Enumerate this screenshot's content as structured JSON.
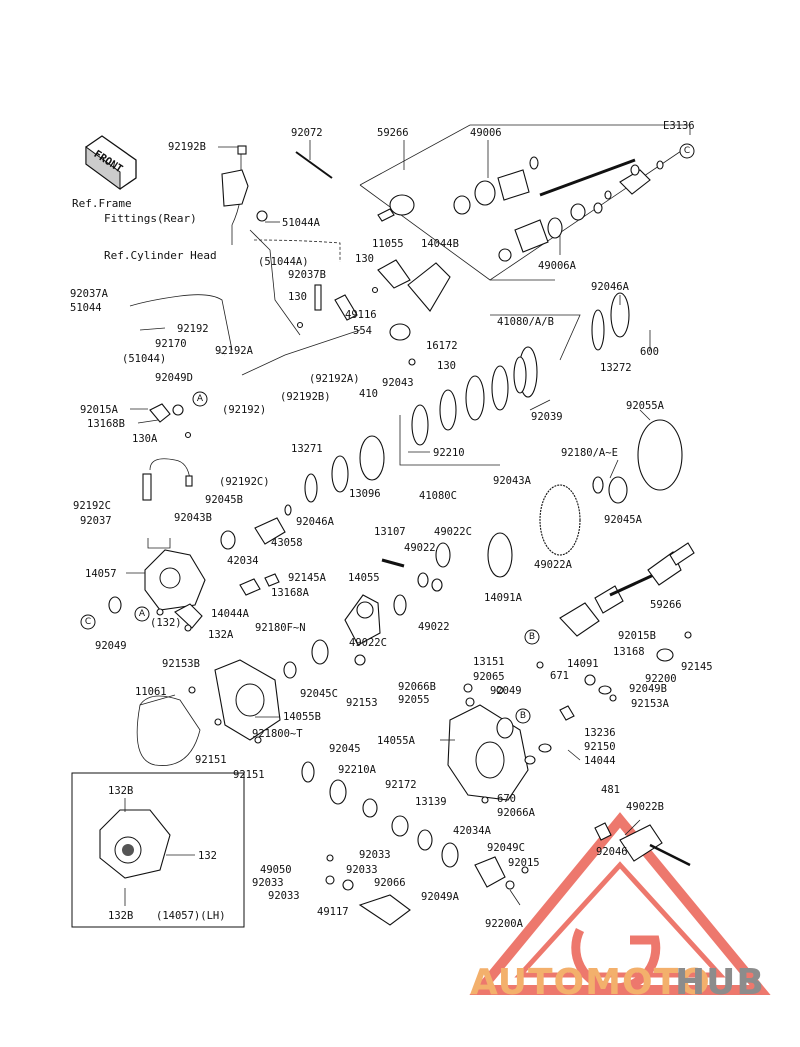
{
  "diagram_id": "E3136",
  "front_label": "FRONT",
  "refs": {
    "frame": [
      "Ref.Frame",
      "Fittings(Rear)"
    ],
    "cylinder_head": "Ref.Cylinder Head"
  },
  "callouts": [
    "A",
    "B",
    "C"
  ],
  "parts": {
    "p92192B": "92192B",
    "p92072": "92072",
    "p59266": "59266",
    "p49006": "49006",
    "p51044A": "51044A",
    "p51044A_paren": "(51044A)",
    "p11055": "11055",
    "p14044B": "14044B",
    "p92037B": "92037B",
    "p130_1": "130",
    "p130_2": "130",
    "p130_3": "130",
    "p49116": "49116",
    "p554": "554",
    "p16172": "16172",
    "p92192A": "92192A",
    "p92192A_paren": "(92192A)",
    "p92043": "92043",
    "p410": "410",
    "p92192_paren": "(92192)",
    "p92192B_paren": "(92192B)",
    "p92037A": "92037A",
    "p51044": "51044",
    "p92192": "92192",
    "p92170": "92170",
    "p51044_paren": "(51044)",
    "p49006A": "49006A",
    "p92046A": "92046A",
    "p41080": "41080/A/B",
    "p13272": "13272",
    "p600": "600",
    "p92039": "92039",
    "p92049D": "92049D",
    "p92015A": "92015A",
    "p13168B": "13168B",
    "p130A": "130A",
    "p92055A": "92055A",
    "p13271": "13271",
    "p92210": "92210",
    "p13096": "13096",
    "p92046A_2": "92046A",
    "p41080C": "41080C",
    "p92180AE": "92180/A~E",
    "p92192C_paren": "(92192C)",
    "p92192C": "92192C",
    "p92045B": "92045B",
    "p92043A": "92043A",
    "p92045A": "92045A",
    "p92037": "92037",
    "p92043B": "92043B",
    "p43058": "43058",
    "p42034": "42034",
    "p13107": "13107",
    "p49022C": "49022C",
    "p49022": "49022",
    "p49022A": "49022A",
    "p14057": "14057",
    "p92145A": "92145A",
    "p13168A": "13168A",
    "p14055": "14055",
    "p14091A": "14091A",
    "p14044A": "14044A",
    "p49022_2": "49022",
    "p59266_2": "59266",
    "p132_paren": "(132)",
    "p49022C_2": "49022C",
    "p132A": "132A",
    "p92180FN": "92180F~N",
    "p92049": "92049",
    "p92153B": "92153B",
    "p92015B": "92015B",
    "p13151": "13151",
    "p14091": "14091",
    "p13168": "13168",
    "p92145": "92145",
    "p92065": "92065",
    "p671": "671",
    "p92200": "92200",
    "p92066B": "92066B",
    "p92049_2": "92049",
    "p92049B": "92049B",
    "p92055": "92055",
    "p92153A": "92153A",
    "p11061": "11061",
    "p92045C": "92045C",
    "p92153": "92153",
    "p14055B": "14055B",
    "p13236": "13236",
    "p14055A": "14055A",
    "p92150": "92150",
    "p92180OT": "921800~T",
    "p92045": "92045",
    "p92151": "92151",
    "p92151_2": "92151",
    "p14044": "14044",
    "p92210A": "92210A",
    "p92172": "92172",
    "p670": "670",
    "p92066A": "92066A",
    "p481": "481",
    "p49022B": "49022B",
    "p13139": "13139",
    "p42034A": "42034A",
    "p92046": "92046",
    "p92049C": "92049C",
    "p92015": "92015",
    "p92033": "92033",
    "p49050": "49050",
    "p92033_2": "92033",
    "p92033_3": "92033",
    "p92066": "92066",
    "p92033_4": "92033",
    "p92049A": "92049A",
    "p49117": "49117",
    "p92200A": "92200A"
  },
  "inset": {
    "p132B_top": "132B",
    "p132": "132",
    "p132B_bottom": "132B",
    "caption": "(14057)(LH)"
  },
  "watermark": {
    "part1": "AUTOMOTO",
    "part2": "HUB",
    "color1": "#f3b06c",
    "color2": "#8c8c8c",
    "logo_color": "#e84c3d"
  }
}
